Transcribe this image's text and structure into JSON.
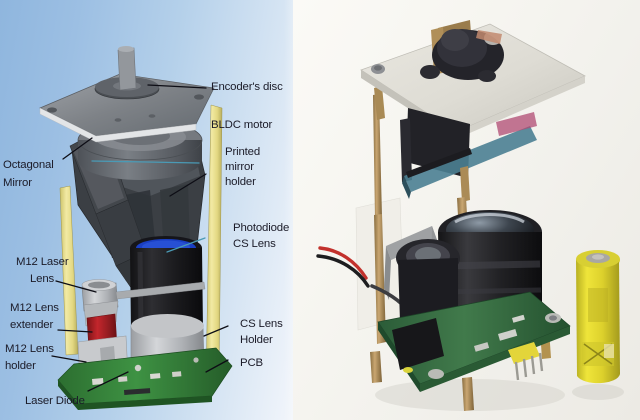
{
  "figure": {
    "panels": [
      {
        "name": "cad-rendering",
        "side": "left",
        "description": "Labeled 3D CAD exploded-style rendering of a rotating-mirror LiDAR scanner module on a blue gradient background"
      },
      {
        "name": "photograph",
        "side": "right",
        "description": "Photograph of the assembled physical prototype next to a AA battery for scale on a white background"
      }
    ]
  },
  "labels": {
    "encoders_disc": "Encoder's disc",
    "bldc_motor": "BLDC motor",
    "printed_mirror_holder_l1": "Printed",
    "printed_mirror_holder_l2": "mirror",
    "printed_mirror_holder_l3": "holder",
    "octagonal_mirror_l1": "Octagonal",
    "octagonal_mirror_l2": "Mirror",
    "photodiode_cs_lens_l1": "Photodiode",
    "photodiode_cs_lens_l2": "CS Lens",
    "m12_laser_lens_l1": "M12 Laser",
    "m12_laser_lens_l2": "Lens",
    "m12_lens_extender_l1": "M12 Lens",
    "m12_lens_extender_l2": "extender",
    "m12_lens_holder_l1": "M12 Lens",
    "m12_lens_holder_l2": "holder",
    "cs_lens_holder_l1": "CS Lens",
    "cs_lens_holder_l2": "Holder",
    "pcb": "PCB",
    "laser_diode": "Laser Diode"
  },
  "colors": {
    "background_blue_dark": "#8fb6de",
    "background_blue_light": "#fbfcfe",
    "photo_background": "#f7f6f1",
    "label_text": "#1b1b28",
    "leader_line": "#0d0d15",
    "leader_line_teal": "#4a9ab5",
    "support_post_yellow": "#e8df8c",
    "metal_grey": "#6e7277",
    "plate_grey": "#8b8f94",
    "lens_black": "#1d1d20",
    "lens_glass_blue": "#1a3fc4",
    "lens_holder_silver": "#b9bbbe",
    "extender_red": "#a81f24",
    "pcb_green": "#2f7a33",
    "battery_yellow": "#e8e02a"
  },
  "photo_parts": {
    "top_plate": "white acrylic mirror-mount plate",
    "motor": "black BLDC motor",
    "standoffs": "brass threaded standoffs",
    "main_lens": "black CS-mount photodiode lens",
    "small_lens": "small M12 laser lens",
    "pcb": "green printed circuit board",
    "header": "yellow pin header",
    "battery": "AA battery shown for scale",
    "wires": "red and black power wires"
  }
}
